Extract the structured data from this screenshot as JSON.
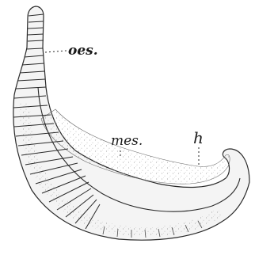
{
  "figure": {
    "labels": {
      "oes": "oes.",
      "mes": "mes.",
      "h": "h"
    },
    "colors": {
      "ink": "#2a2a2a",
      "tissue": "#e4e4e4",
      "stipple": "#9a9a9a"
    }
  }
}
